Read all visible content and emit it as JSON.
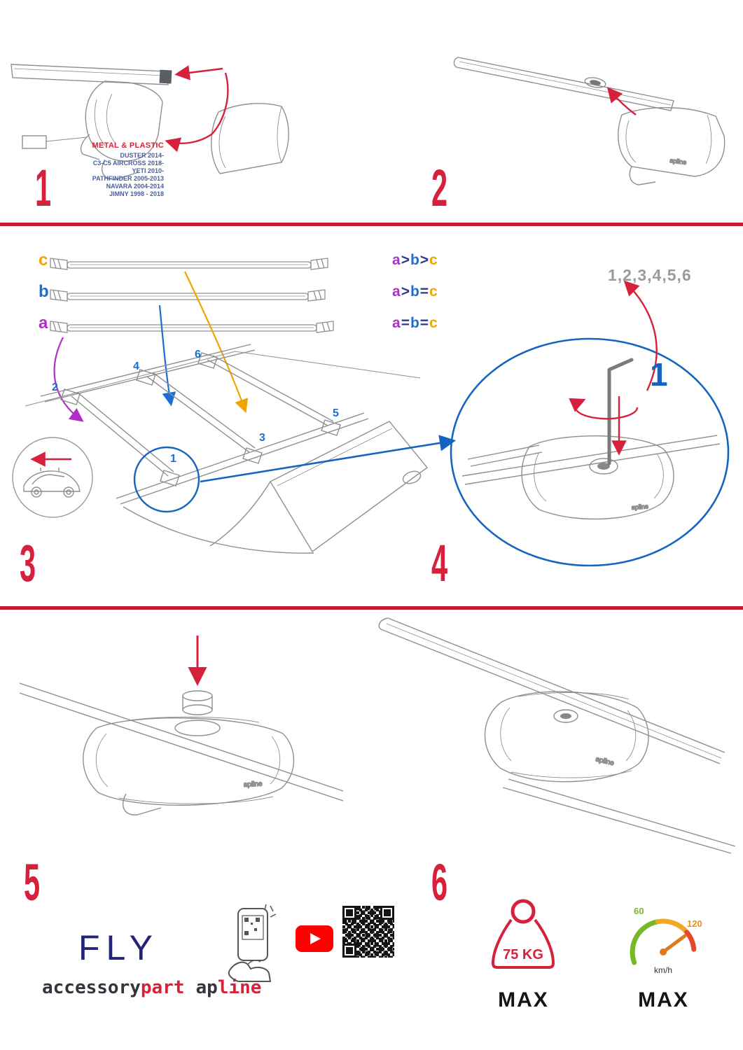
{
  "colors": {
    "accent_red": "#d6213c",
    "divider_red": "#c41d33",
    "blue": "#1b6fd2",
    "callout_blue": "#1565c0",
    "purple": "#b02fc9",
    "orange": "#f0a400",
    "sequence_gray": "#9b9b9b",
    "navy_logo": "#23237a",
    "youtube_red": "#ff0000",
    "gauge_green": "#76b82a",
    "gauge_orange": "#f08c1e"
  },
  "brand": {
    "logo": "apline"
  },
  "step1": {
    "number": "1",
    "material": "METAL & PLASTIC",
    "compat": [
      "DUSTER 2014-",
      "C3-C5 AIRCROSS 2018-",
      "YETI 2010-",
      "PATHFINDER 2005-2013",
      "NAVARA 2004-2014",
      "JIMNY 1998 - 2018"
    ]
  },
  "step2": {
    "number": "2"
  },
  "step3": {
    "number": "3",
    "bar_labels": {
      "c": "c",
      "b": "b",
      "a": "a"
    },
    "rules": [
      {
        "l1": "a",
        "op1": ">",
        "l2": "b",
        "op2": ">",
        "l3": "c"
      },
      {
        "l1": "a",
        "op1": ">",
        "l2": "b",
        "op2": "=",
        "l3": "c"
      },
      {
        "l1": "a",
        "op1": "=",
        "l2": "b",
        "op2": "=",
        "l3": "c"
      }
    ],
    "positions": {
      "p1": "1",
      "p2": "2",
      "p3": "3",
      "p4": "4",
      "p5": "5",
      "p6": "6"
    }
  },
  "step4": {
    "number": "4",
    "sequence": "1,2,3,4,5,6",
    "callout": "1"
  },
  "step5": {
    "number": "5"
  },
  "step6": {
    "number": "6"
  },
  "footer": {
    "product": "FLY",
    "brand_accessory": "accessory",
    "brand_part": "part",
    "brand_ap": "ap",
    "brand_line": "line",
    "weight_value": "75 KG",
    "weight_max": "MAX",
    "speed_low": "60",
    "speed_high": "120",
    "speed_unit": "km/h",
    "speed_max": "MAX"
  }
}
